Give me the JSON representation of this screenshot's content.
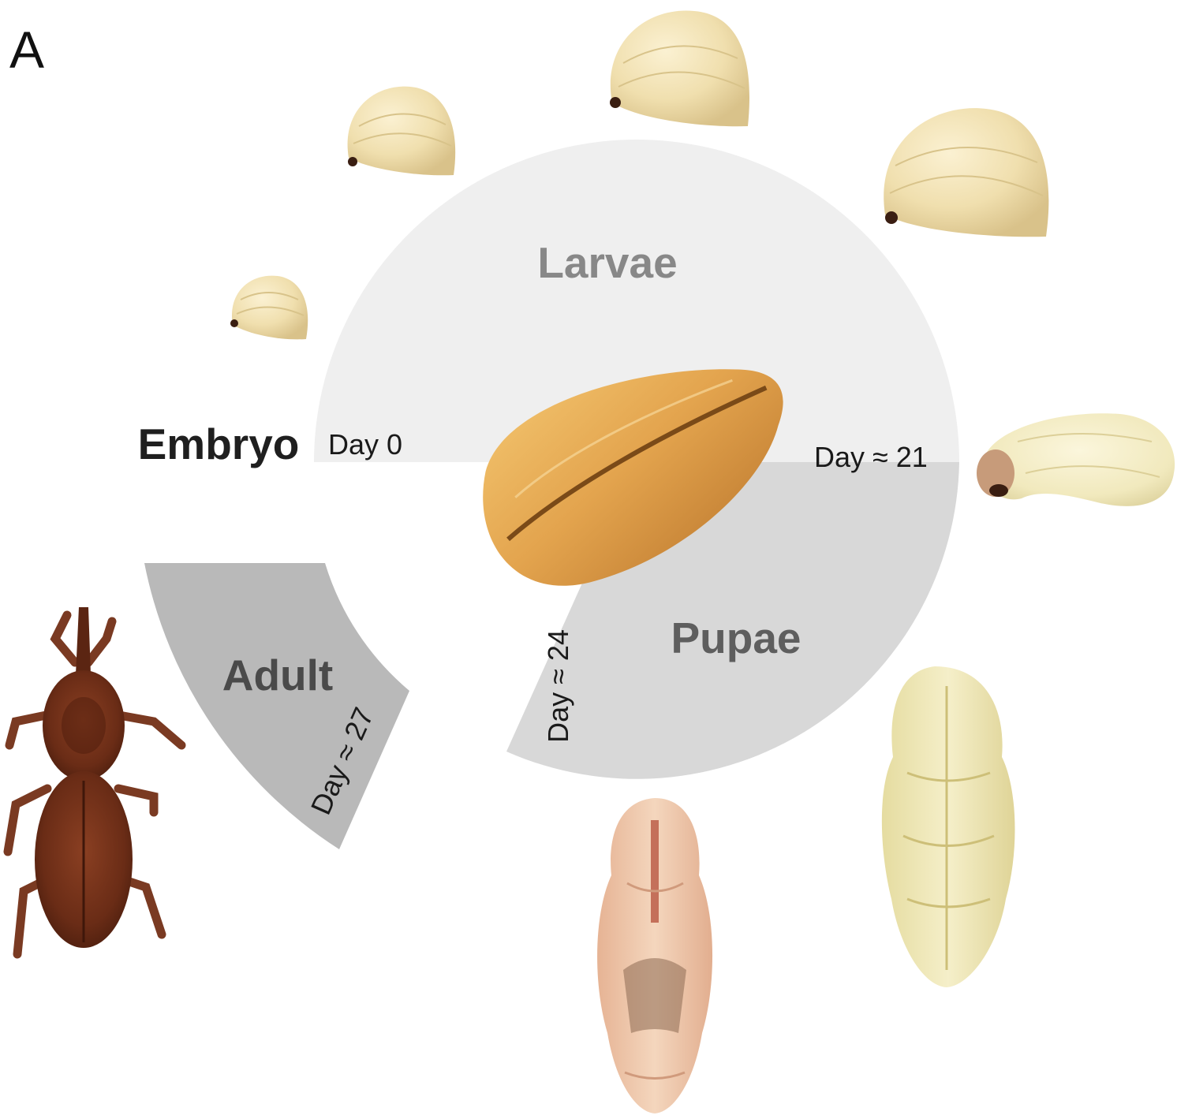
{
  "panel_label": "A",
  "stages": {
    "embryo": "Embryo",
    "larvae": "Larvae",
    "pupae": "Pupae",
    "adult": "Adult"
  },
  "days": {
    "embryo": "Day 0",
    "larvae_end": "Day ≈ 21",
    "pupae_start": "Day ≈ 24",
    "adult_start": "Day ≈ 27"
  },
  "colors": {
    "larvae_band": "#efefef",
    "pupae_band": "#d8d8d8",
    "adult_band": "#b9b9b9",
    "larvae_text": "#888888",
    "pupae_text": "#5e5e5e",
    "adult_text": "#4a4a4a",
    "embryo_text": "#1f1f1f"
  },
  "images": [
    "larva-stage-1",
    "larva-stage-2",
    "larva-stage-3",
    "larva-stage-4",
    "larva-stage-5",
    "prepupa",
    "pupa-white",
    "pupa-pink",
    "adult-weevil",
    "wheat-grain"
  ]
}
